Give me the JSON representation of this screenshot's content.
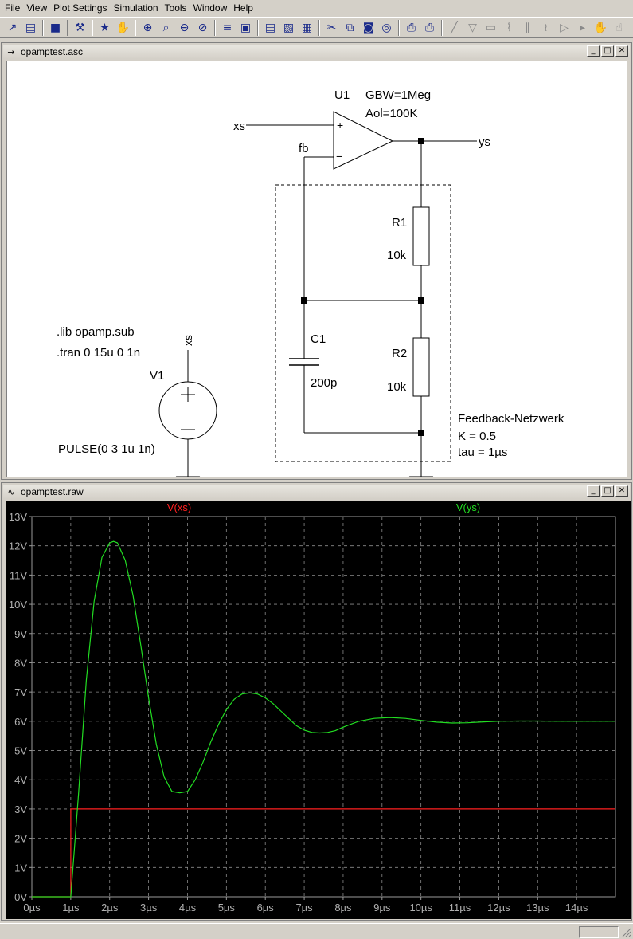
{
  "menu": [
    {
      "label": "File",
      "name": "menu-file"
    },
    {
      "label": "View",
      "name": "menu-view"
    },
    {
      "label": "Plot Settings",
      "name": "menu-plot-settings"
    },
    {
      "label": "Simulation",
      "name": "menu-simulation"
    },
    {
      "label": "Tools",
      "name": "menu-tools"
    },
    {
      "label": "Window",
      "name": "menu-window"
    },
    {
      "label": "Help",
      "name": "menu-help"
    }
  ],
  "toolbar": {
    "groups": [
      [
        "new-schematic-icon",
        "open-icon"
      ],
      [
        "save-icon"
      ],
      [
        "control-panel-icon"
      ],
      [
        "run-icon",
        "pan-icon"
      ],
      [
        "zoom-in-icon",
        "zoom-rect-icon",
        "zoom-out-icon",
        "zoom-cancel-icon"
      ],
      [
        "autorange-icon",
        "zoom-fit-icon"
      ],
      [
        "tile-horizontal-icon",
        "cascade-icon",
        "tile-icon"
      ],
      [
        "cut-icon",
        "copy-icon",
        "paste-icon",
        "find-icon"
      ],
      [
        "print-preview-icon",
        "print-icon"
      ],
      [
        "draw-wire-icon",
        "ground-icon",
        "label-net-icon",
        "resistor-icon",
        "capacitor-icon",
        "inductor-icon",
        "diode-icon",
        "component-icon",
        "move-icon",
        "drag-icon"
      ]
    ]
  },
  "schematic": {
    "title": "opamptest.asc",
    "u1_name": "U1",
    "u1_gbw": "GBW=1Meg",
    "u1_aol": "Aol=100K",
    "plus_sign": "+",
    "minus_sign": "−",
    "label_xs_in": "xs",
    "label_fb": "fb",
    "label_ys": "ys",
    "r1_name": "R1",
    "r1_value": "10k",
    "r2_name": "R2",
    "r2_value": "10k",
    "c1_name": "C1",
    "c1_value": "200p",
    "directive_lib": ".lib opamp.sub",
    "directive_tran": ".tran 0 15u 0 1n",
    "v1_name": "V1",
    "v1_value": "PULSE(0 3 1u 1n)",
    "v1_label_xs": "xs",
    "feedback_title": "Feedback-Netzwerk",
    "feedback_k": "K = 0.5",
    "feedback_tau": "tau = 1µs"
  },
  "waveform": {
    "title": "opamptest.raw"
  },
  "chart_data": {
    "type": "line",
    "title": "",
    "xlabel": "",
    "ylabel": "",
    "xlim": [
      0,
      15
    ],
    "ylim": [
      0,
      13
    ],
    "x_unit": "µs",
    "y_unit": "V",
    "x_ticks": [
      "0µs",
      "1µs",
      "2µs",
      "3µs",
      "4µs",
      "5µs",
      "6µs",
      "7µs",
      "8µs",
      "9µs",
      "10µs",
      "11µs",
      "12µs",
      "13µs",
      "14µs"
    ],
    "y_ticks": [
      "0V",
      "1V",
      "2V",
      "3V",
      "4V",
      "5V",
      "6V",
      "7V",
      "8V",
      "9V",
      "10V",
      "11V",
      "12V",
      "13V"
    ],
    "grid": true,
    "background": "#000000",
    "series": [
      {
        "name": "V(xs)",
        "color": "#ff2020",
        "x": [
          0,
          1.0,
          1.001,
          15
        ],
        "y": [
          0,
          0,
          3,
          3
        ]
      },
      {
        "name": "V(ys)",
        "color": "#22dd22",
        "x": [
          0,
          1.0,
          1.2,
          1.4,
          1.6,
          1.8,
          2.0,
          2.1,
          2.2,
          2.4,
          2.6,
          2.8,
          3.0,
          3.2,
          3.4,
          3.6,
          3.8,
          4.0,
          4.2,
          4.4,
          4.6,
          4.8,
          5.0,
          5.2,
          5.4,
          5.6,
          5.8,
          6.0,
          6.2,
          6.4,
          6.6,
          6.8,
          7.0,
          7.2,
          7.4,
          7.6,
          7.8,
          8.0,
          8.4,
          8.8,
          9.2,
          9.6,
          10.0,
          10.4,
          10.8,
          11.2,
          11.6,
          12.0,
          12.5,
          13.0,
          13.5,
          14.0,
          14.5,
          15.0
        ],
        "y": [
          0,
          0,
          3.5,
          7.4,
          10.1,
          11.6,
          12.1,
          12.15,
          12.1,
          11.5,
          10.3,
          8.6,
          6.8,
          5.2,
          4.1,
          3.6,
          3.55,
          3.6,
          4.0,
          4.6,
          5.3,
          5.9,
          6.4,
          6.75,
          6.93,
          6.97,
          6.93,
          6.8,
          6.6,
          6.35,
          6.1,
          5.85,
          5.7,
          5.62,
          5.6,
          5.62,
          5.68,
          5.8,
          6.0,
          6.1,
          6.13,
          6.1,
          6.03,
          5.97,
          5.94,
          5.95,
          5.98,
          6.0,
          6.01,
          6.01,
          6.0,
          6.0,
          6.0,
          6.0
        ]
      }
    ],
    "legend": "top"
  }
}
